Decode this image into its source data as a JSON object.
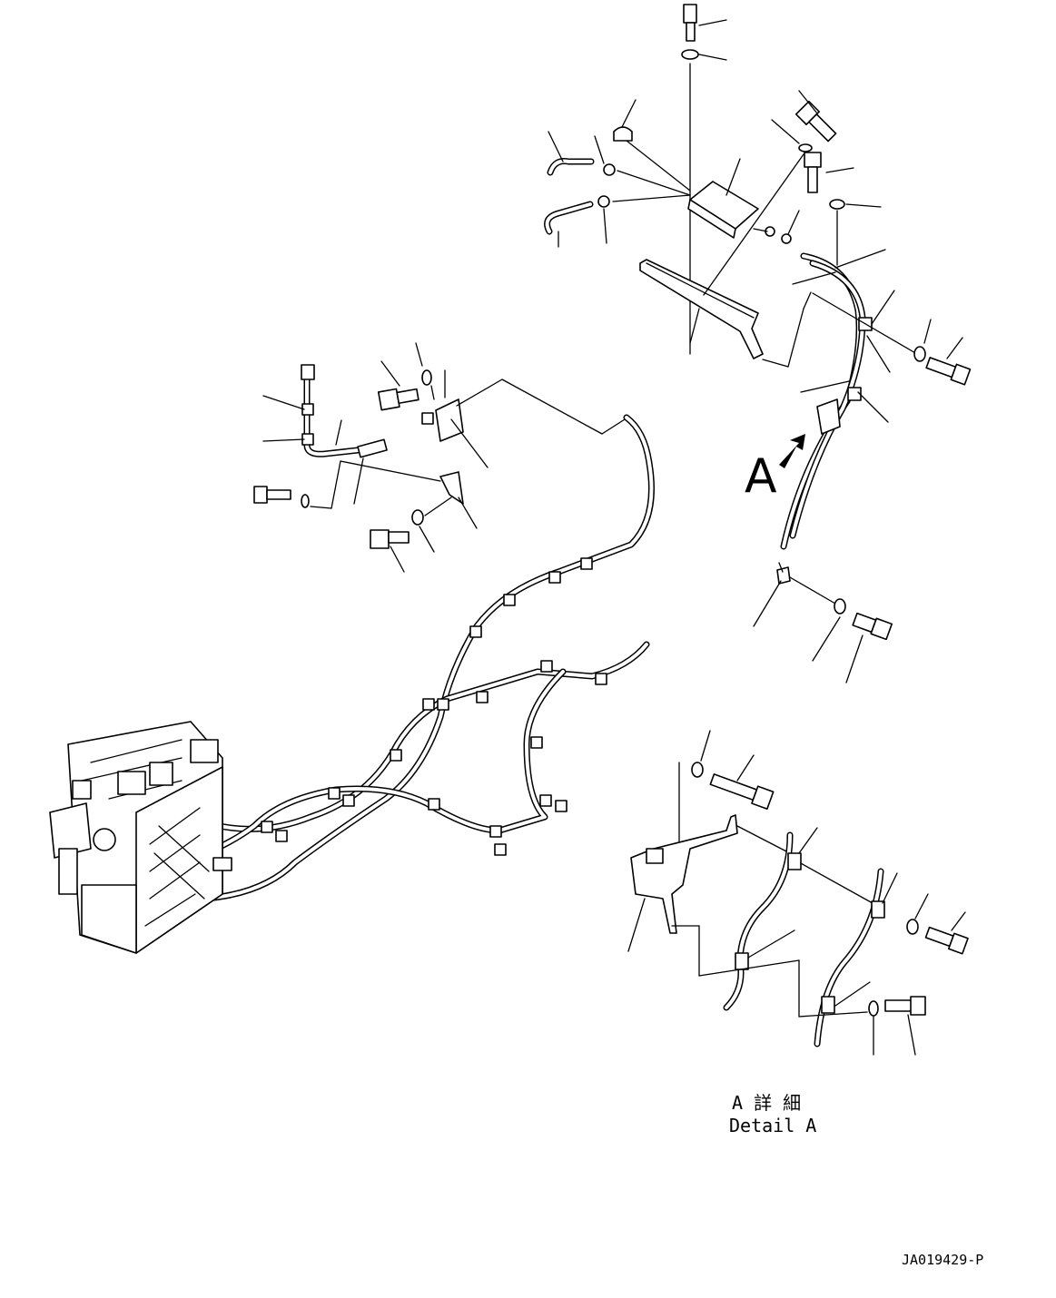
{
  "callout_label": "A",
  "detail_title_jp": "A 詳 細",
  "detail_title_en": "Detail A",
  "drawing_number": "JA019429-P"
}
